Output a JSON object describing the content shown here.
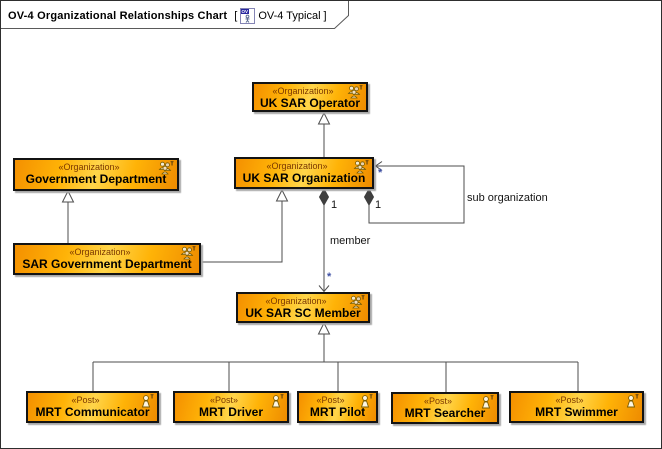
{
  "title": {
    "name": "OV-4 Organizational Relationships Chart",
    "open_bracket": "[",
    "context": "OV-4 Typical",
    "close_bracket": "]",
    "icon_label": "OV"
  },
  "icons": {
    "typical_marker": "T"
  },
  "colors": {
    "box_fill_light": "#ffd54a",
    "box_fill_dark": "#f49000",
    "box_border": "#131313",
    "stereotype_text": "#7b3800",
    "connector": "#4d4d4d",
    "multiplicity_star": "#3f51a5"
  },
  "nodes": {
    "operator": {
      "stereotype": "«Organization»",
      "name": "UK SAR Operator"
    },
    "government_department": {
      "stereotype": "«Organization»",
      "name": "Government Department"
    },
    "organization": {
      "stereotype": "«Organization»",
      "name": "UK SAR Organization"
    },
    "sar_government_department": {
      "stereotype": "«Organization»",
      "name": "SAR Government Department"
    },
    "sc_member": {
      "stereotype": "«Organization»",
      "name": "UK SAR SC Member"
    },
    "mrt_communicator": {
      "stereotype": "«Post»",
      "name": "MRT Communicator"
    },
    "mrt_driver": {
      "stereotype": "«Post»",
      "name": "MRT Driver"
    },
    "mrt_pilot": {
      "stereotype": "«Post»",
      "name": "MRT Pilot"
    },
    "mrt_searcher": {
      "stereotype": "«Post»",
      "name": "MRT Searcher"
    },
    "mrt_swimmer": {
      "stereotype": "«Post»",
      "name": "MRT Swimmer"
    }
  },
  "edges": {
    "member": {
      "label": "member",
      "source_multiplicity": "1",
      "target_multiplicity": "*"
    },
    "sub_organization": {
      "label": "sub organization",
      "source_multiplicity": "1",
      "target_multiplicity": "*"
    }
  }
}
